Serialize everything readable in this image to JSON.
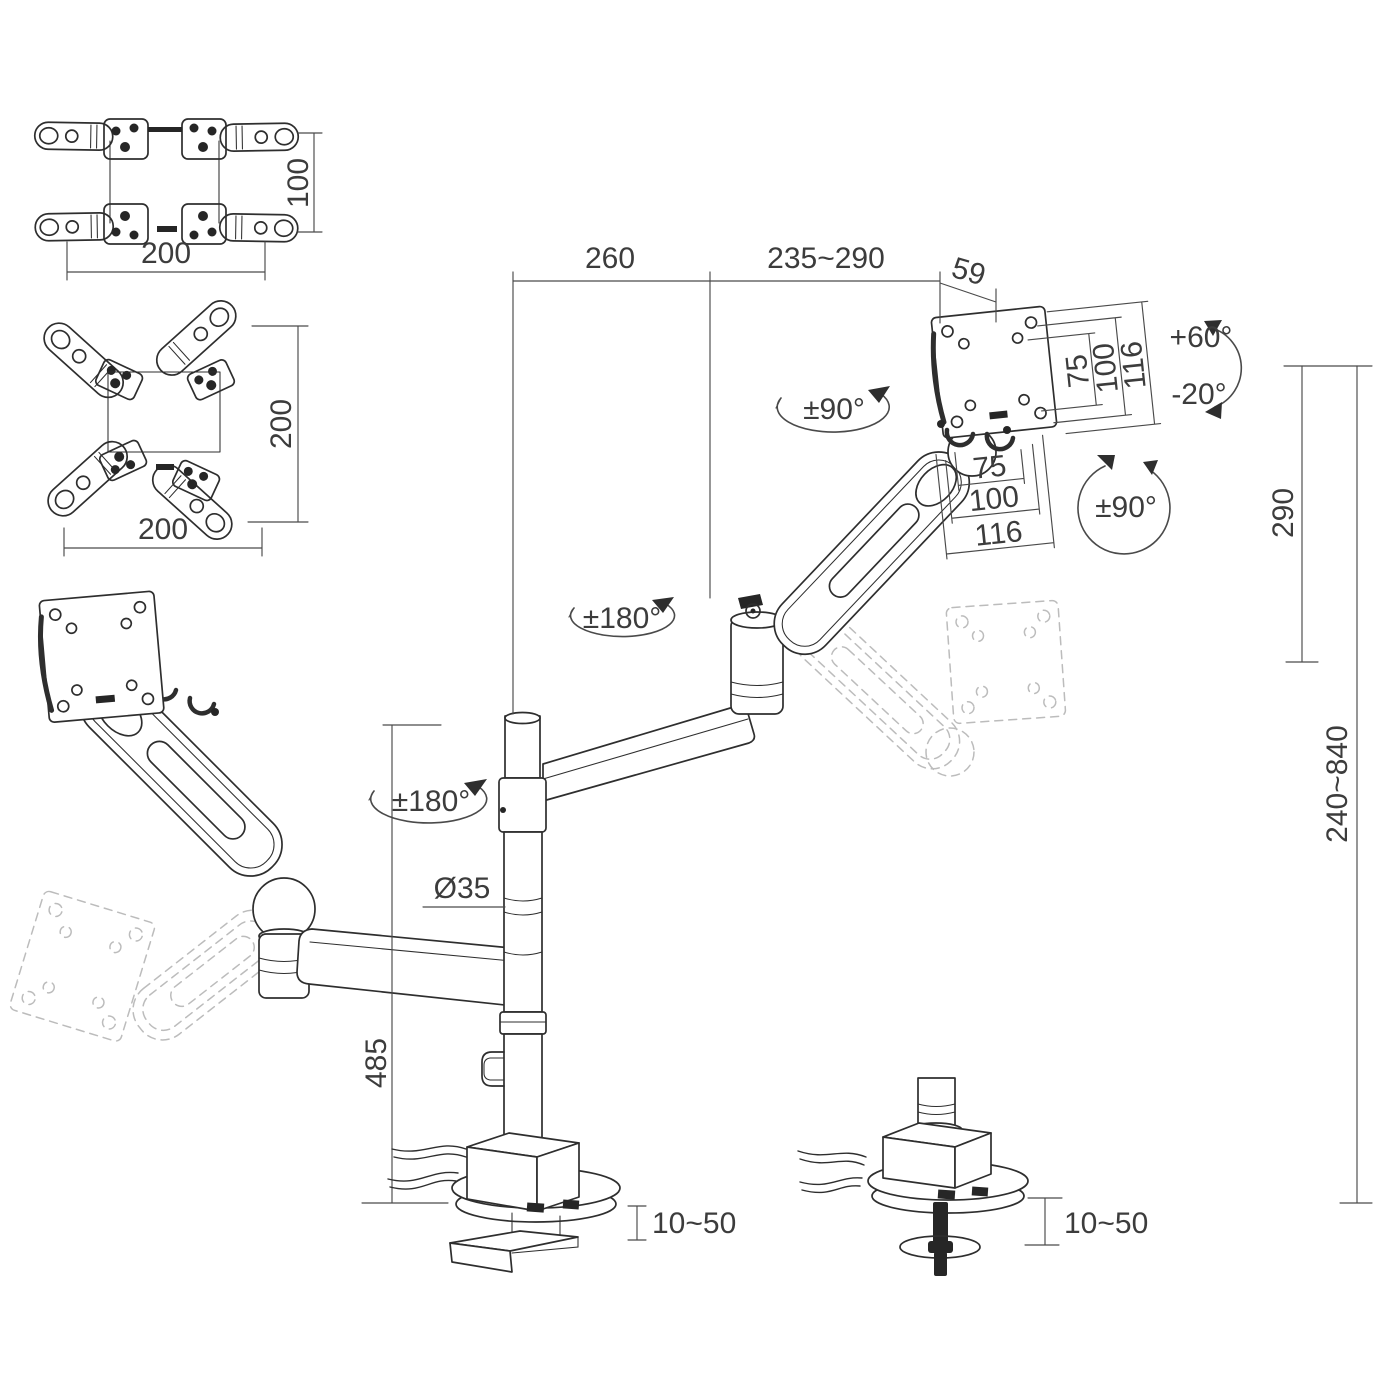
{
  "adapter_wide": {
    "width": "200",
    "height": "100"
  },
  "adapter_cross": {
    "width": "200",
    "height": "200"
  },
  "top_dims": {
    "pole_to_elbow": "260",
    "elbow_to_head": "235~290",
    "head_depth": "59"
  },
  "vesa_plate": {
    "vertical": {
      "inner": "75",
      "mid": "100",
      "outer": "116"
    },
    "horizontal": {
      "inner": "75",
      "mid": "100",
      "outer": "116"
    }
  },
  "angles": {
    "tilt_up": "+60°",
    "tilt_down": "-20°",
    "screen_rotate": "±90°",
    "head_swivel": "±90°",
    "elbow_swivel": "±180°",
    "pole_swivel": "±180°"
  },
  "pole": {
    "diameter": "Ø35",
    "column_height": "485"
  },
  "vertical_dims": {
    "gas_spring_lift": "290",
    "height_range": "240~840"
  },
  "bases": {
    "clamp_thickness": "10~50",
    "grommet_thickness": "10~50"
  }
}
